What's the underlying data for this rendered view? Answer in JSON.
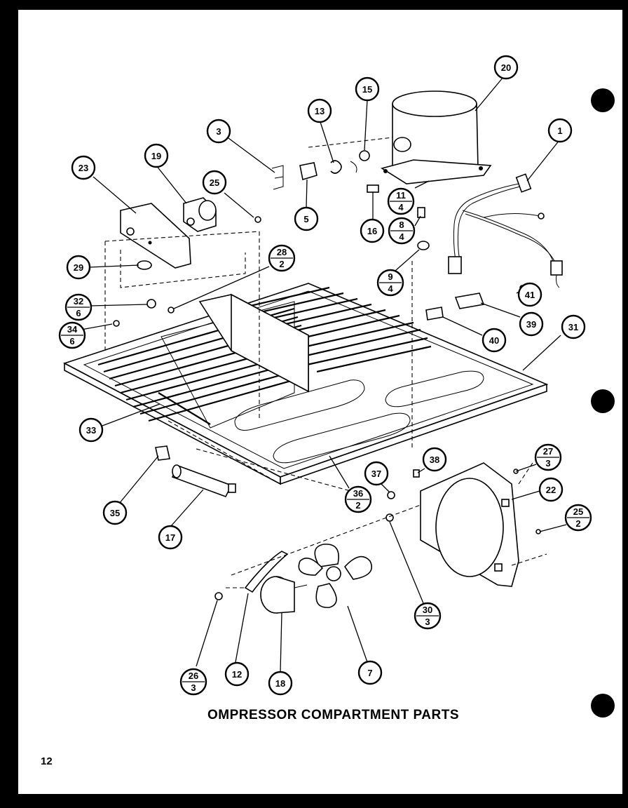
{
  "title": "OMPRESSOR COMPARTMENT PARTS",
  "page_number": "12",
  "callouts": [
    {
      "id": "c1",
      "label": "1"
    },
    {
      "id": "c3",
      "label": "3"
    },
    {
      "id": "c5",
      "label": "5"
    },
    {
      "id": "c7",
      "label": "7"
    },
    {
      "id": "c12",
      "label": "12"
    },
    {
      "id": "c13",
      "label": "13"
    },
    {
      "id": "c15",
      "label": "15"
    },
    {
      "id": "c16",
      "label": "16"
    },
    {
      "id": "c17",
      "label": "17"
    },
    {
      "id": "c18",
      "label": "18"
    },
    {
      "id": "c19",
      "label": "19"
    },
    {
      "id": "c20",
      "label": "20"
    },
    {
      "id": "c22",
      "label": "22"
    },
    {
      "id": "c23",
      "label": "23"
    },
    {
      "id": "c25",
      "label": "25"
    },
    {
      "id": "c29",
      "label": "29"
    },
    {
      "id": "c31",
      "label": "31"
    },
    {
      "id": "c33",
      "label": "33"
    },
    {
      "id": "c35",
      "label": "35"
    },
    {
      "id": "c37",
      "label": "37"
    },
    {
      "id": "c38",
      "label": "38"
    },
    {
      "id": "c39",
      "label": "39"
    },
    {
      "id": "c40",
      "label": "40"
    },
    {
      "id": "c41",
      "label": "41"
    }
  ],
  "fraction_callouts": [
    {
      "id": "f11-4",
      "top": "11",
      "bottom": "4"
    },
    {
      "id": "f8-4",
      "top": "8",
      "bottom": "4"
    },
    {
      "id": "f9-4",
      "top": "9",
      "bottom": "4"
    },
    {
      "id": "f28-2",
      "top": "28",
      "bottom": "2"
    },
    {
      "id": "f32-6",
      "top": "32",
      "bottom": "6"
    },
    {
      "id": "f34-6",
      "top": "34",
      "bottom": "6"
    },
    {
      "id": "f36-2",
      "top": "36",
      "bottom": "2"
    },
    {
      "id": "f27-3",
      "top": "27",
      "bottom": "3"
    },
    {
      "id": "f25-2",
      "top": "25",
      "bottom": "2"
    },
    {
      "id": "f30-3",
      "top": "30",
      "bottom": "3"
    },
    {
      "id": "f26-3",
      "top": "26",
      "bottom": "3"
    }
  ]
}
